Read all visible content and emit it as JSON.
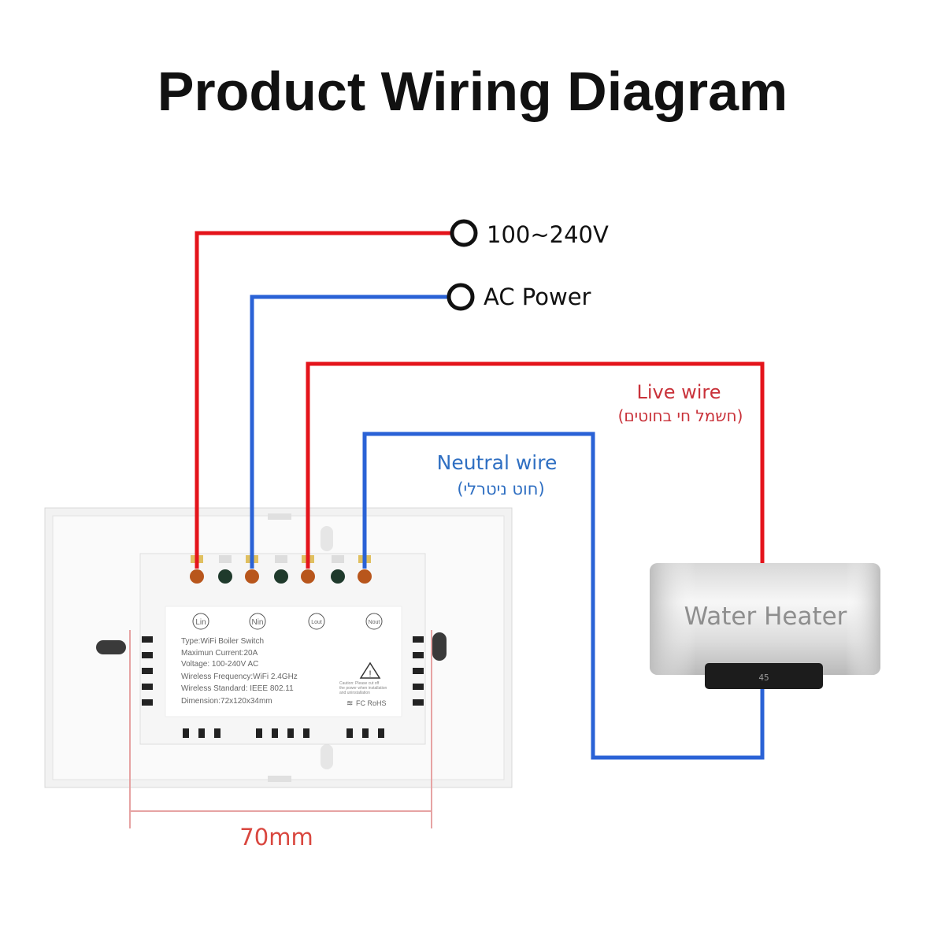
{
  "title": "Product Wiring Diagram",
  "power": {
    "voltage": "100~240V",
    "source": "AC Power"
  },
  "live_wire": {
    "label": "Live wire",
    "label_hebrew": "(חשמל חי בחוטים)",
    "color": "#e4141b"
  },
  "neutral_wire": {
    "label": "Neutral wire",
    "label_hebrew": "(חוט ניטרלי)",
    "color": "#2a62d6"
  },
  "switch_label": {
    "terminals": [
      "Lin",
      "Nin",
      "Lout",
      "Nout"
    ],
    "specs": [
      "Type:WiFi Boiler Switch",
      "Maximun Current:20A",
      "Voltage: 100-240V AC",
      "Wireless Frequency:WiFi 2.4GHz",
      "Wireless Standard: IEEE 802.11",
      "Dimension:72x120x34mm"
    ],
    "caution": [
      "Caution: Please cut off",
      "the power when installation",
      "and uninstallation"
    ],
    "certifications": "FC  RoHS"
  },
  "appliance": {
    "label": "Water Heater",
    "display": "45"
  },
  "dimension": {
    "label": "70mm",
    "color": "#d9473f"
  }
}
